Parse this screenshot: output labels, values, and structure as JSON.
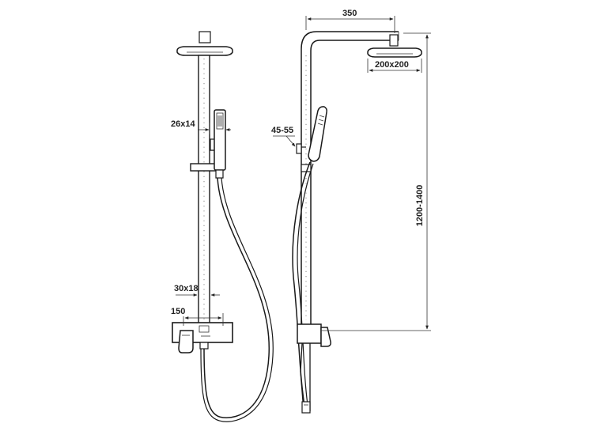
{
  "dimensions": {
    "hand_shower_size": "26x14",
    "bar_size": "30x18",
    "mixer_spacing": "150",
    "arm_length": "350",
    "head_size": "200x200",
    "holder_offset": "45-55",
    "height_range": "1200-1400"
  }
}
